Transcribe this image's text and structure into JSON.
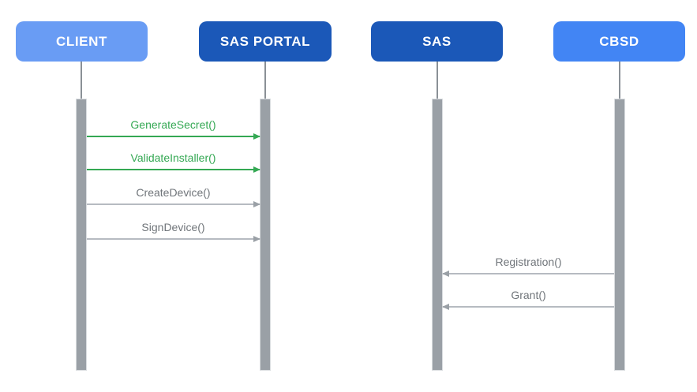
{
  "diagram": {
    "type": "sequence-diagram",
    "background": "#ffffff"
  },
  "actors": [
    {
      "id": "client",
      "label": "CLIENT",
      "color": "#699CF4",
      "text_color": "#ffffff"
    },
    {
      "id": "sas-portal",
      "label": "SAS PORTAL",
      "color": "#1B58B8",
      "text_color": "#ffffff"
    },
    {
      "id": "sas",
      "label": "SAS",
      "color": "#1B58B8",
      "text_color": "#ffffff"
    },
    {
      "id": "cbsd",
      "label": "CBSD",
      "color": "#4285F4",
      "text_color": "#ffffff"
    }
  ],
  "messages": [
    {
      "label": "GenerateSecret()",
      "from": "CLIENT",
      "to": "SAS PORTAL",
      "direction": "right",
      "color": "#34A853"
    },
    {
      "label": "ValidateInstaller()",
      "from": "CLIENT",
      "to": "SAS PORTAL",
      "direction": "right",
      "color": "#34A853"
    },
    {
      "label": "CreateDevice()",
      "from": "CLIENT",
      "to": "SAS PORTAL",
      "direction": "right",
      "color": "#70757A"
    },
    {
      "label": "SignDevice()",
      "from": "CLIENT",
      "to": "SAS PORTAL",
      "direction": "right",
      "color": "#70757A"
    },
    {
      "label": "Registration()",
      "from": "CBSD",
      "to": "SAS",
      "direction": "left",
      "color": "#70757A"
    },
    {
      "label": "Grant()",
      "from": "CBSD",
      "to": "SAS",
      "direction": "left",
      "color": "#70757A"
    }
  ],
  "colors": {
    "lifeline": "#8A9096",
    "activation_bar": "#9AA0A6",
    "green_arrow": "#34A853",
    "gray_arrow_line": "#B6BBC1",
    "gray_arrow_head": "#9AA0A6",
    "gray_label_text": "#70757A"
  }
}
